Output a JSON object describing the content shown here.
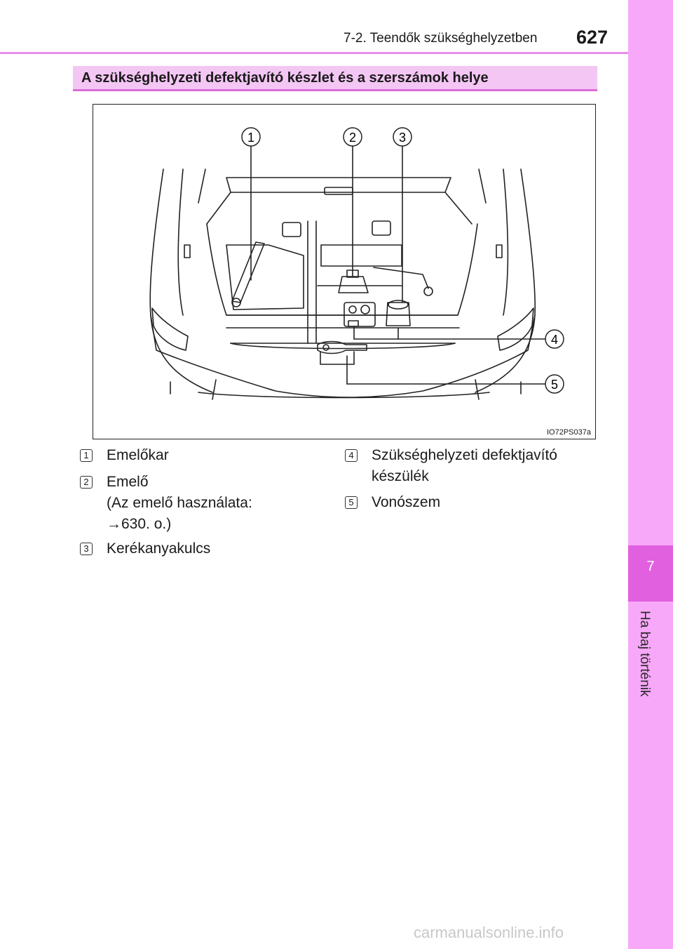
{
  "header": {
    "section": "7-2. Teendők szükséghelyzetben",
    "page_number": "627"
  },
  "side_tab": {
    "chapter": "7",
    "label": "Ha baj történik"
  },
  "section_title": "A szükséghelyzeti defektjavító készlet és a szerszámok helye",
  "figure": {
    "id": "IO72PS037a",
    "callouts": [
      "1",
      "2",
      "3",
      "4",
      "5"
    ]
  },
  "legend": [
    {
      "num": "1",
      "lines": [
        "Emelőkar"
      ]
    },
    {
      "num": "2",
      "lines": [
        "Emelő",
        "(Az emelő használata:",
        "→630. o.)"
      ]
    },
    {
      "num": "3",
      "lines": [
        "Kerékanyakulcs"
      ]
    },
    {
      "num": "4",
      "lines": [
        "Szükséghelyzeti defektjavító",
        "készülék"
      ]
    },
    {
      "num": "5",
      "lines": [
        "Vonószem"
      ]
    }
  ],
  "watermark": "carmanualsonline.info",
  "colors": {
    "side_tab": "#f8a8f8",
    "side_chapter": "#e060e0",
    "title_band": "#f4c6f4",
    "accent_rule": "#d86ed8"
  }
}
